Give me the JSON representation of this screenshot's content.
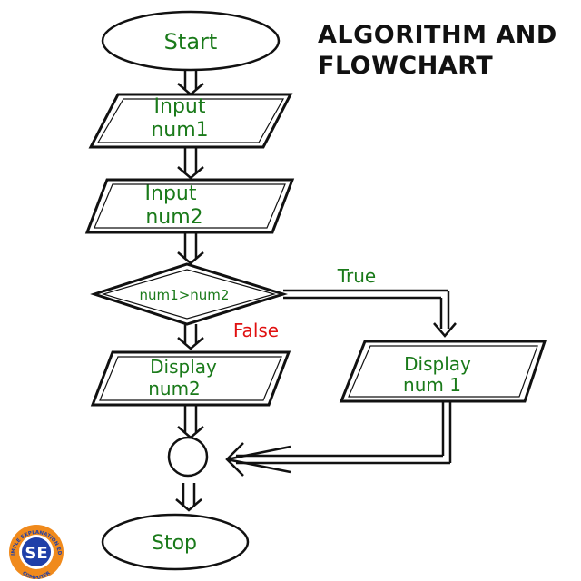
{
  "page": {
    "title_line1": "ALGORITHM AND",
    "title_line2": "FLOWCHART"
  },
  "flowchart": {
    "start": "Start",
    "input1_line1": "Input",
    "input1_line2": "num1",
    "input2_line1": "Input",
    "input2_line2": "num2",
    "decision": "num1>num2",
    "true_label": "True",
    "false_label": "False",
    "display_false_line1": "Display",
    "display_false_line2": "num2",
    "display_true_line1": "Display",
    "display_true_line2": "num 1",
    "stop": "Stop"
  },
  "logo": {
    "initials": "SE",
    "ring_text_top": "SIMPLE EXPLANATION EDU",
    "ring_text_bottom": "COMPUTER"
  },
  "colors": {
    "text_green": "#1a7a1a",
    "false_red": "#e01010",
    "stroke": "#111111",
    "logo_orange": "#f08a1c",
    "logo_blue": "#1f3fa8"
  }
}
